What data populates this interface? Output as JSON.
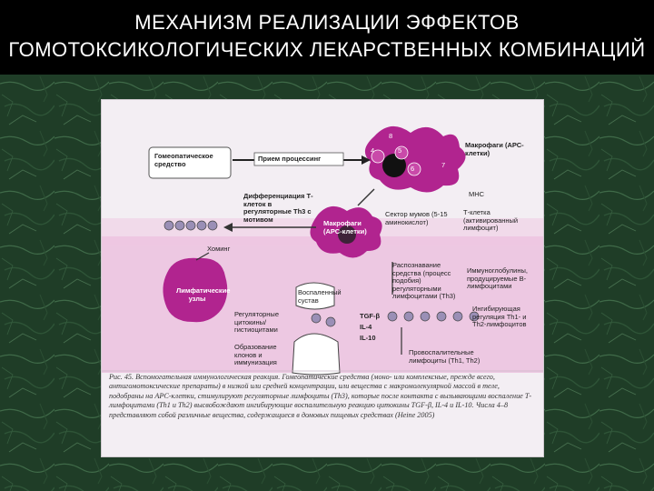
{
  "slide": {
    "title_line1": "МЕХАНИЗМ РЕАЛИЗАЦИИ ЭФФЕКТОВ",
    "title_line2": "ГОМОТОКСИКОЛОГИЧЕСКИХ ЛЕКАРСТВЕННЫХ КОМБИНАЦИЙ"
  },
  "colors": {
    "background": "#1f3a26",
    "title_bg": "#000000",
    "magenta": "#b1248f",
    "pink_band": "#e7a9d3"
  },
  "diagram": {
    "homeopathic_box": "Гомеопатическое средство",
    "antigen_uptake": "Прием процессинг",
    "macrophage_top": "Макрофаги (АРС-клетки)",
    "mhc": "MHC",
    "numbers": [
      "4",
      "5",
      "6",
      "7",
      "8"
    ],
    "differentiation": "Дифференциация Т-клеток в регуляторные Th3 с мотивом",
    "tcell": "Т-клетка (активированный лимфоцит)",
    "sectors": "Сектор мумов (5-15 аминокислот)",
    "macrophage_mid": "Макрофаги (АРС-клетки)",
    "homing": "Хоминг",
    "lymph_node": "Лимфатические узлы",
    "inflamed_tissue": "Воспаленный сустав",
    "regulatory_tissue": "Регуляторные цитокины/гистиоцитами",
    "formation": "Образование клонов и иммунизация",
    "reactivating": "Распознавание средства (процесс подобия) регуляторными лимфоцитами (Th3)",
    "immunoglobulins": "Иммуноглобулины, продуцируемые В-лимфоцитами",
    "inhibition": "Ингибирующая регуляция Th1- и Th2-лимфоцитов",
    "cytokines": [
      "TGF-β",
      "IL-4",
      "IL-10"
    ],
    "inflammatory": "Провоспалительные лимфоциты (Th1, Th2)"
  },
  "caption": "Рис. 45. Вспомогательная иммунологическая реакция. Гомеопатические средства (моно- или комплексные, прежде всего, антигомотоксические препараты) в низкой или средней концентрации, или вещества с макромолекулярной массой в теле, подобраны на АРС-клетки, стимулируют регуляторные лимфоциты (Th3), которые после контакта с вызывающими воспаление Т-лимфоцитами (Th1 и Th2) высвобождают ингибирующие воспалительную реакцию цитокины TGF-β, IL-4 и IL-10. Числа 4–8 представляют собой различные вещества, содержащиеся в домовых пищевых средствах (Heine 2005)"
}
